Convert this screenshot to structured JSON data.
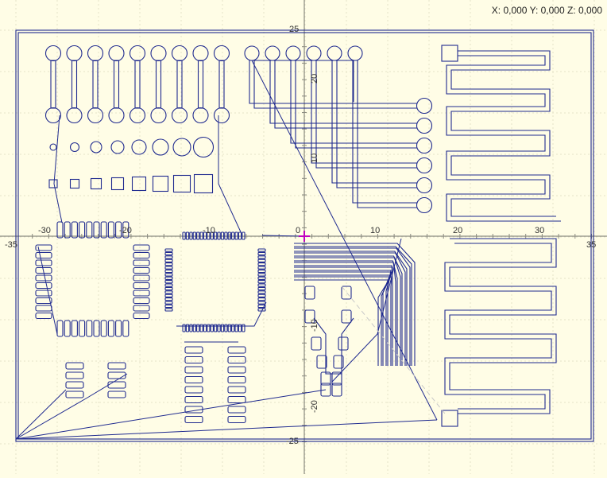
{
  "coordinate_readout": "X: 0,000 Y: 0,000 Z: 0,000",
  "axis_labels": {
    "x": [
      "-35",
      "-30",
      "-20",
      "-10",
      "0",
      "10",
      "20",
      "30",
      "35"
    ],
    "y": [
      "25",
      "20",
      "10",
      "-10",
      "-20",
      "-25"
    ]
  },
  "colors": {
    "background": "#fffde6",
    "grid": "#e6e3c8",
    "axis": "#8a8a80",
    "toolpath": "#1f2a8f",
    "rapid": "#1f2a8f",
    "origin_marker": "#c000c0",
    "feed_dashed": "#c8c8c8"
  }
}
